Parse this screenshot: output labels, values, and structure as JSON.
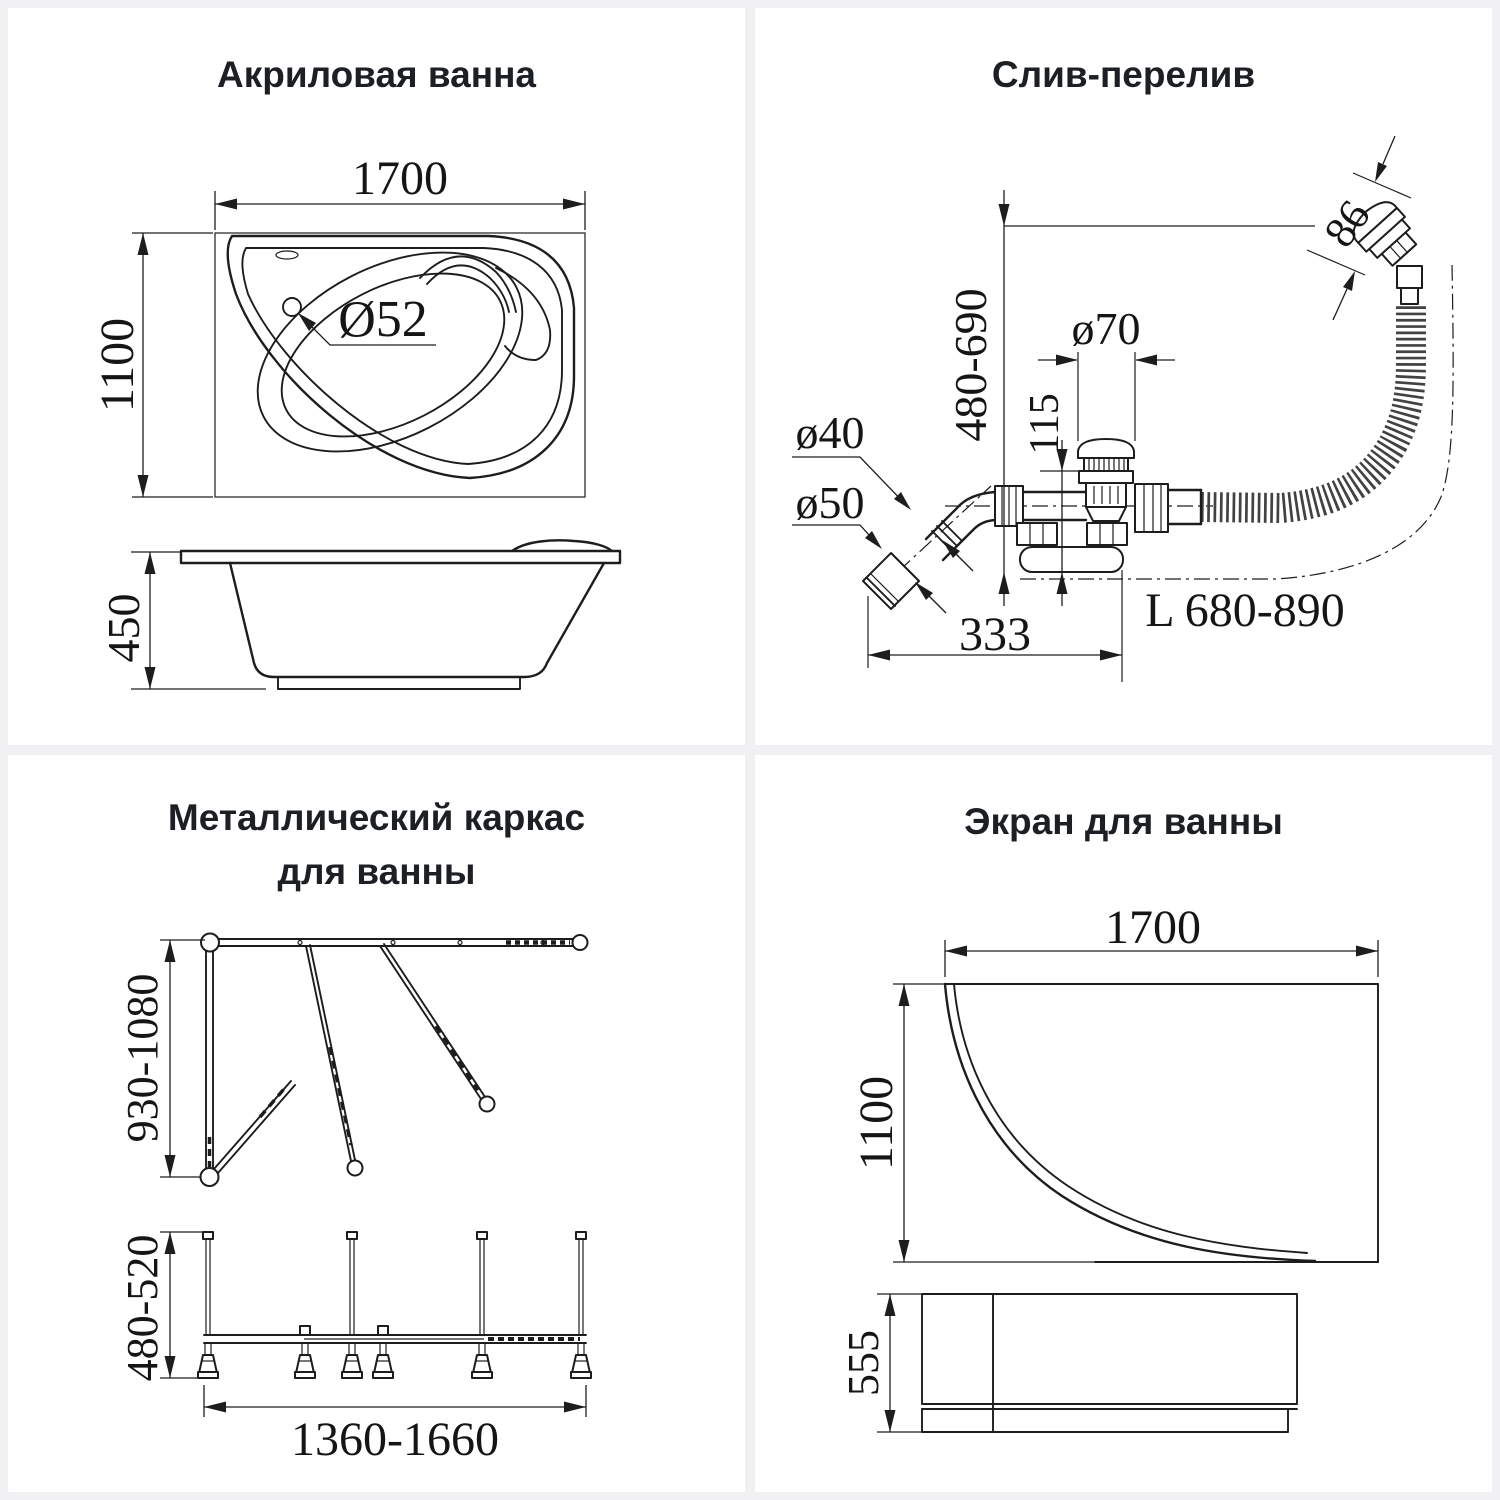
{
  "page": {
    "background": "#f1f1f3",
    "card_color": "#ffffff",
    "line_color": "#1d1d1d"
  },
  "quadrants": {
    "acrylic_bath": {
      "title": "Акриловая ванна",
      "dims": {
        "length": "1700",
        "width": "1100",
        "drain": "Ø52",
        "height": "450"
      }
    },
    "drain_overflow": {
      "title": "Слив-перелив",
      "dims": {
        "overflow_face": "86",
        "install_height": "480-690",
        "cap": "ø70",
        "valve_height": "115",
        "pipe": "ø40",
        "outlet": "ø50",
        "span": "333",
        "hose_length": "L 680-890"
      }
    },
    "metal_frame": {
      "title_line1": "Металлический каркас",
      "title_line2": "для ванны",
      "dims": {
        "height": "930-1080",
        "base_height": "480-520",
        "length": "1360-1660"
      }
    },
    "bath_screen": {
      "title": "Экран для ванны",
      "dims": {
        "length": "1700",
        "width": "1100",
        "height": "555"
      }
    }
  }
}
